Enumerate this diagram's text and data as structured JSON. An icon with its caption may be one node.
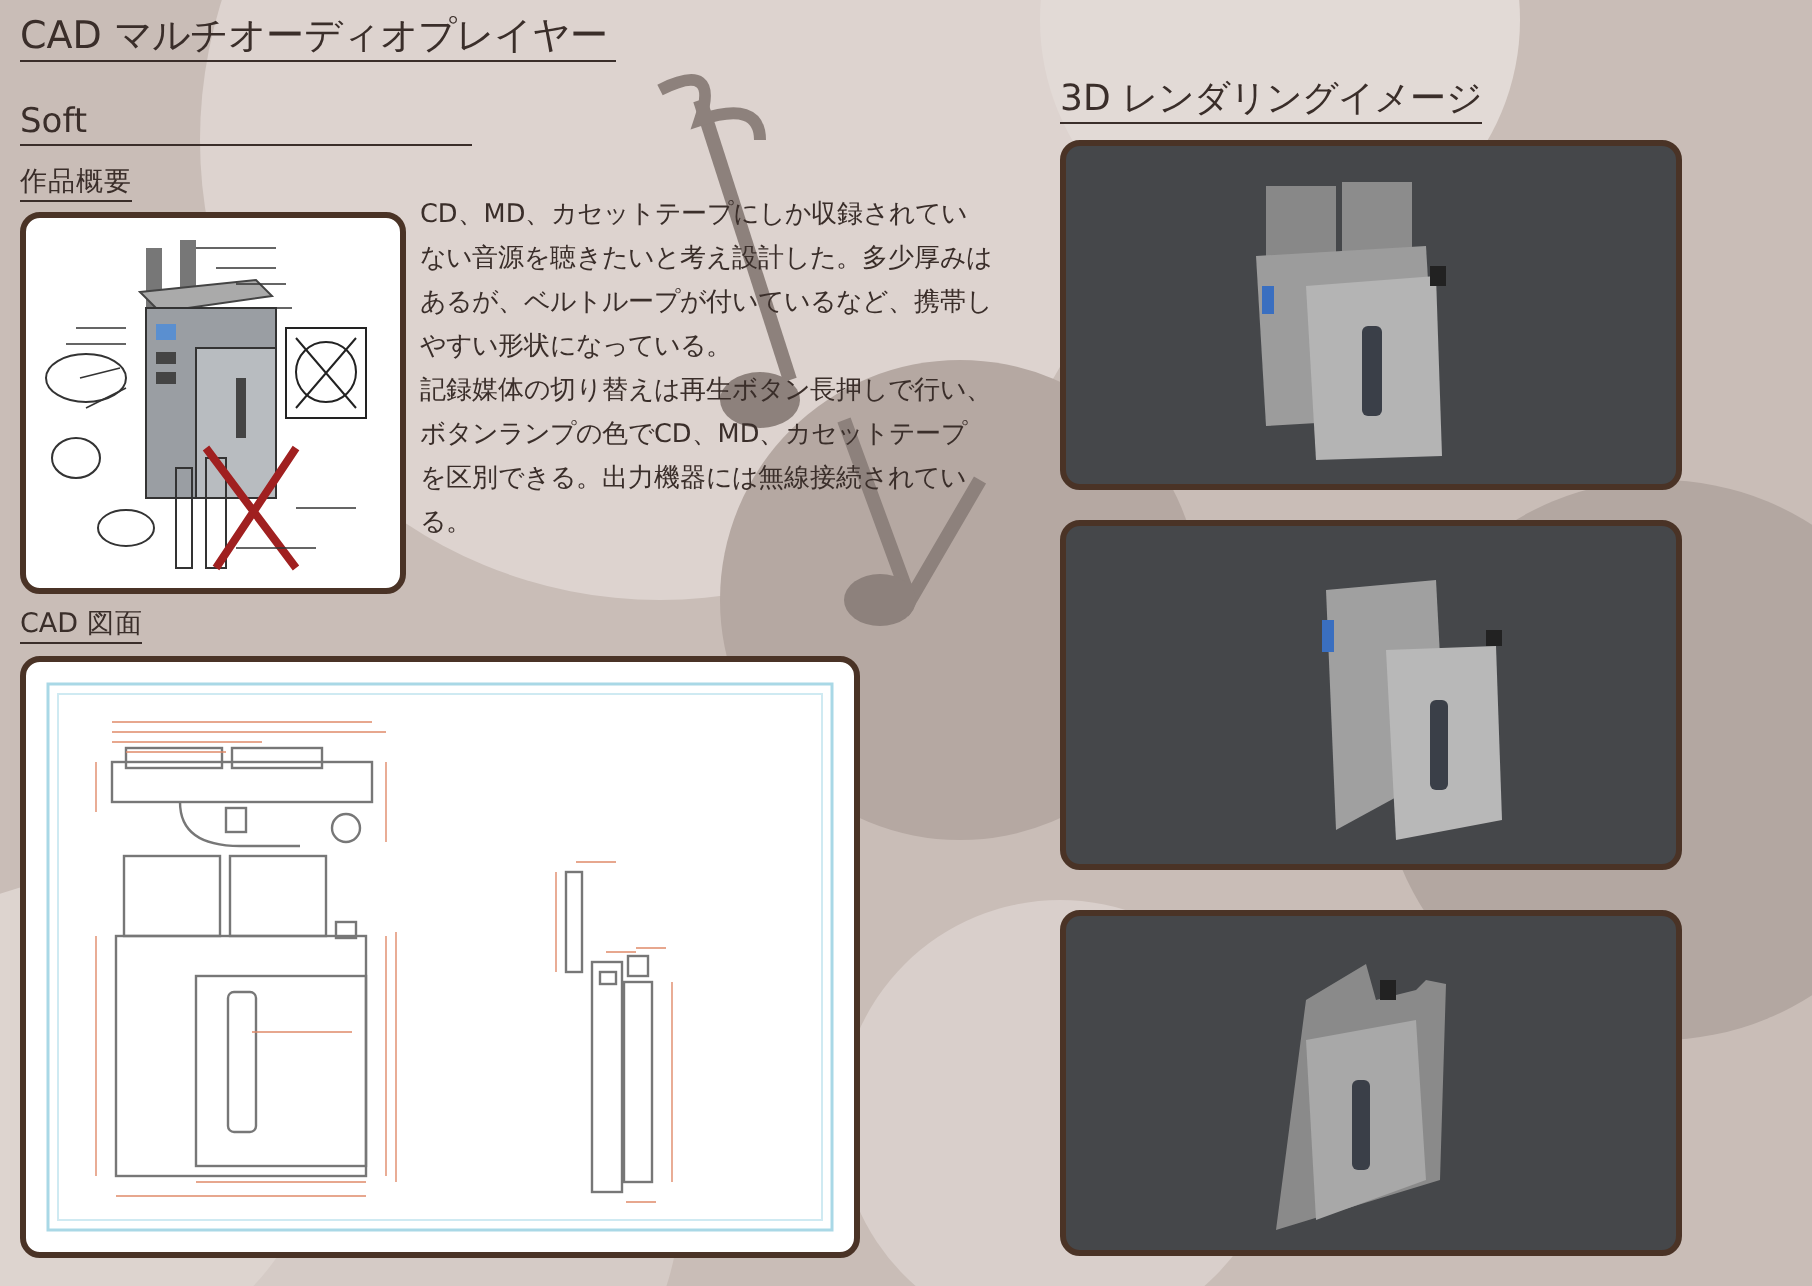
{
  "diagram": {
    "title": "CAD マルチオーディオプレイヤー",
    "labels": [
      "Soft",
      "作品概要",
      "CD、MD、カセットテープにしか収録されていない音源を聴きたいと考え設計した。多少厚みはあるが、ベルトループが付いているなど、携帯しやすい形状になっている。",
      "記録媒体の切り替えは再生ボタン長押しで行い、ボタンランプの色でCD、MD、カセットテープを区別できる。出力機器には無線接続されている。",
      "CAD 図面",
      "3D レンダリングイメージ"
    ]
  }
}
